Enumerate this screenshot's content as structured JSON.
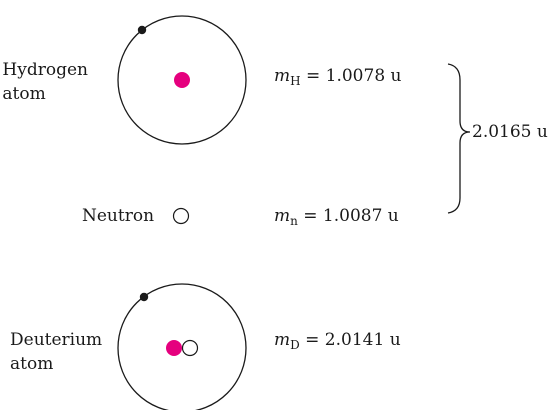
{
  "colors": {
    "proton": "#e5007e",
    "line": "#1a1a1a",
    "electron": "#1a1a1a",
    "background": "#ffffff"
  },
  "hydrogen": {
    "label_line1": "Hydrogen",
    "label_line2": "atom",
    "mass_symbol": "m",
    "mass_subscript": "H",
    "mass_value": "= 1.0078 u"
  },
  "neutron": {
    "label": "Neutron",
    "mass_symbol": "m",
    "mass_subscript": "n",
    "mass_value": "= 1.0087 u"
  },
  "sum": {
    "value": "2.0165 u"
  },
  "deuterium": {
    "label_line1": "Deuterium",
    "label_line2": "atom",
    "mass_symbol": "m",
    "mass_subscript": "D",
    "mass_value": "= 2.0141 u"
  }
}
